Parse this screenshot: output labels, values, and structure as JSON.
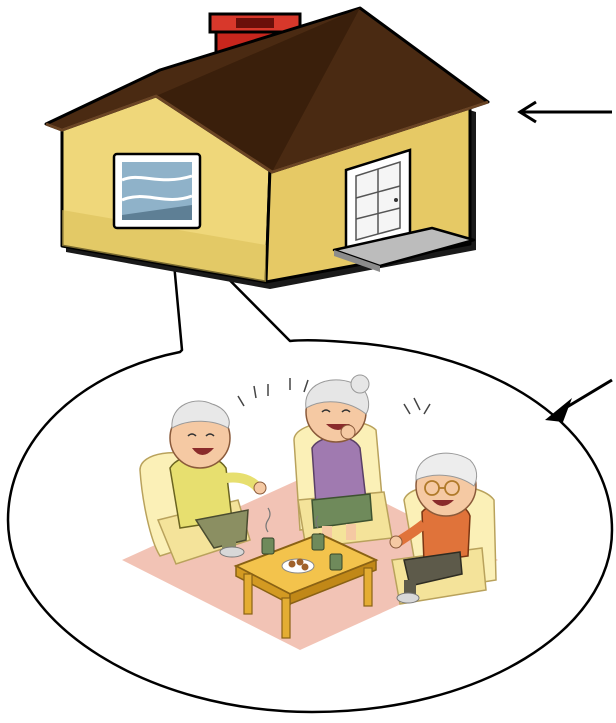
{
  "scene": {
    "house": {
      "wall_color": "#efd77a",
      "wall_shadow_color": "#d9bd55",
      "roof_color": "#4a2a12",
      "chimney_color": "#c7261d",
      "door_color": "#ffffff",
      "step_color": "#bcbcbc",
      "window_glass_color": "#8fb2c9"
    },
    "speech_bubble": {
      "fill": "#ffffff",
      "stroke": "#000000"
    },
    "illustration": {
      "subject": "elderly-people-chatting-in-living-room",
      "rug_color": "#f2c3b5",
      "sofa_color": "#fbf0b7",
      "table_color": "#f3c34c",
      "people_count": 3
    },
    "arrows": {
      "count": 2,
      "color": "#000000"
    }
  }
}
